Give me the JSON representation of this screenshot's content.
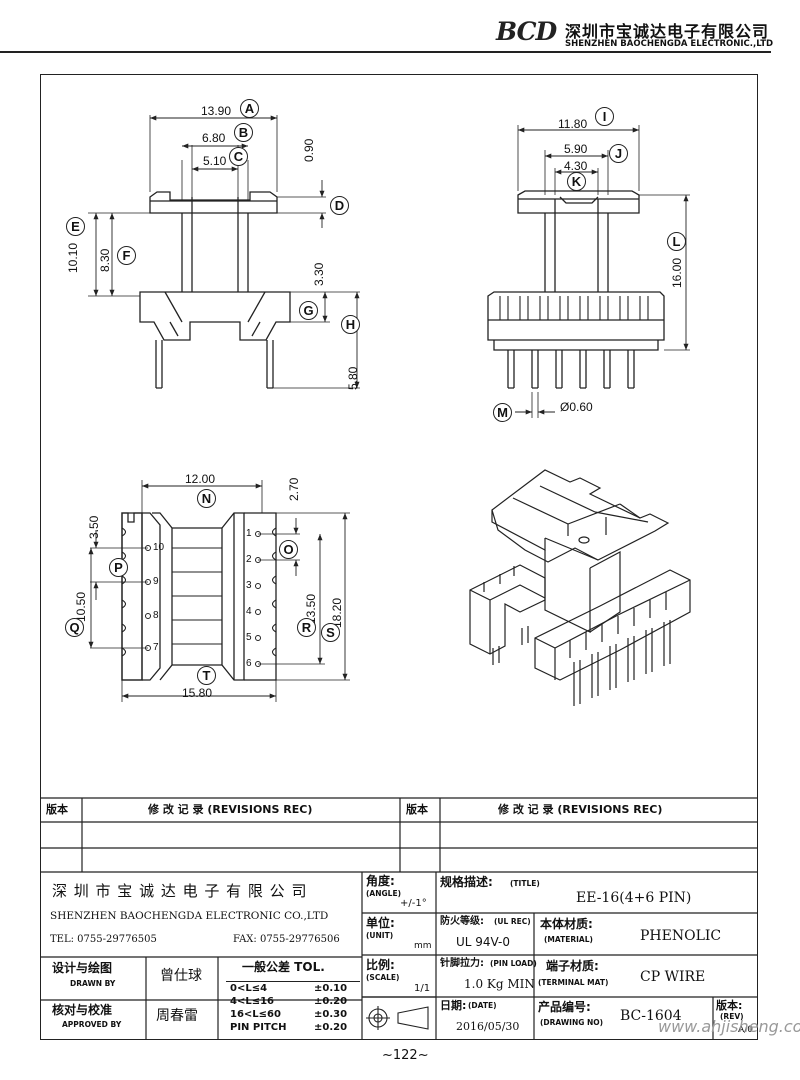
{
  "header": {
    "logo": "BCD",
    "company_cn": "深圳市宝诚达电子有限公司",
    "company_en": "SHENZHEN BAOCHENGDA ELECTRONIC.,LTD"
  },
  "dimensions": {
    "A": "13.90",
    "B": "6.80",
    "C": "5.10",
    "D": "0.90",
    "E": "10.10",
    "F": "8.30",
    "G": "3.30",
    "H": "5.80",
    "I": "11.80",
    "J": "5.90",
    "K": "4.30",
    "L": "16.00",
    "M": "Ø0.60",
    "N": "12.00",
    "O": "2.70",
    "P": "3.50",
    "Q": "10.50",
    "R": "13.50",
    "S": "18.20",
    "T": "15.80"
  },
  "labels": [
    "A",
    "B",
    "C",
    "D",
    "E",
    "F",
    "G",
    "H",
    "I",
    "J",
    "K",
    "L",
    "M",
    "N",
    "O",
    "P",
    "Q",
    "R",
    "S",
    "T"
  ],
  "pins_left": [
    "10",
    "9",
    "8",
    "7"
  ],
  "pins_right": [
    "1",
    "2",
    "3",
    "4",
    "5",
    "6"
  ],
  "revisions": {
    "col_version": "版本",
    "col_record": "修  改  记  录  (REVISIONS REC)"
  },
  "title_block": {
    "company_cn": "深 圳 市 宝 诚 达 电 子 有 限 公 司",
    "company_en": "SHENZHEN BAOCHENGDA ELECTRONIC CO.,LTD",
    "tel": "TEL: 0755-29776505",
    "fax": "FAX: 0755-29776506",
    "angle_label": "角度:",
    "angle_en": "(ANGLE)",
    "angle_value": "+/-1°",
    "unit_label": "单位:",
    "unit_en": "(UNIT)",
    "unit_value": "mm",
    "scale_label": "比例:",
    "scale_en": "(SCALE)",
    "scale_value": "1/1",
    "title_label": "规格描述:",
    "title_en": "(TITLE)",
    "title_value": "EE-16(4+6 PIN)",
    "fire_label": "防火等级:",
    "fire_en": "(UL REC)",
    "fire_value": "UL 94V-0",
    "material_label": "本体材质:",
    "material_en": "(MATERIAL)",
    "material_value": "PHENOLIC",
    "pull_label": "针脚拉力:",
    "pull_en": "(PIN LOAD)",
    "pull_value": "1.0 Kg MIN",
    "terminal_label": "端子材质:",
    "terminal_en": "(TERMINAL MAT)",
    "terminal_value": "CP WIRE",
    "date_label": "日期:",
    "date_en": "(DATE)",
    "date_value": "2016/05/30",
    "drawing_label": "产品编号:",
    "drawing_en": "(DRAWING NO)",
    "drawing_value": "BC-1604",
    "rev_label": "版本:",
    "rev_en": "(REV)",
    "rev_value": "A/0",
    "drawn_label": "设计与绘图",
    "drawn_en": "DRAWN BY",
    "drawn_name": "曾仕球",
    "approved_label": "核对与校准",
    "approved_en": "APPROVED BY",
    "approved_name": "周春雷",
    "tol_title": "一般公差 TOL.",
    "tol_rows": [
      {
        "range": "0<L≤4",
        "value": "±0.10"
      },
      {
        "range": "4<L≤16",
        "value": "±0.20"
      },
      {
        "range": "16<L≤60",
        "value": "±0.30"
      },
      {
        "range": "PIN PITCH",
        "value": "±0.20"
      }
    ]
  },
  "watermark": "www.ahjisheng.com",
  "page_number": "~122~"
}
